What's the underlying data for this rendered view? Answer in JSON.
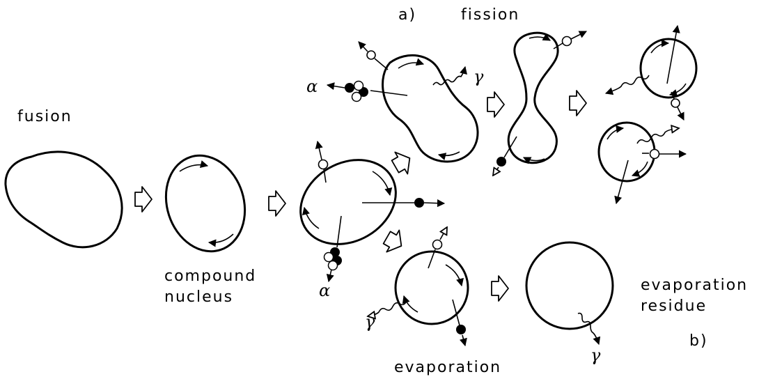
{
  "labels": {
    "fusion": "fusion",
    "compound_line1": "compound",
    "compound_line2": "nucleus",
    "panel_a": "a)",
    "fission": "fission",
    "evaporation": "evaporation",
    "residue_line1": "evaporation",
    "residue_line2": "residue",
    "panel_b": "b)"
  },
  "particles": {
    "alpha": "α",
    "gamma": "γ"
  },
  "colors": {
    "ink": "#000000",
    "background": "#ffffff"
  }
}
